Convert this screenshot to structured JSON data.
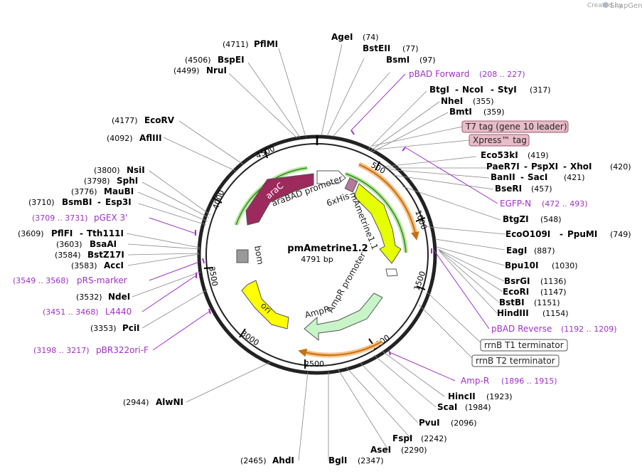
{
  "brand": {
    "created_by": "Created by",
    "product": "SnapGene"
  },
  "plasmid": {
    "name": "pmAmetrine1.2",
    "size": "4791 bp"
  },
  "ticks": [
    "500",
    "1000",
    "1500",
    "2000",
    "2500",
    "3000",
    "3500",
    "4000",
    "4500"
  ],
  "features": [
    {
      "label": "araC",
      "color": "#9c2a5c"
    },
    {
      "label": "araBAD promoter",
      "color": "#ffffff"
    },
    {
      "label": "6xHis",
      "color": "#9c2a5c"
    },
    {
      "label": "mAmetrine1.1",
      "color": "#e6ff00"
    },
    {
      "label": "AmpR promoter",
      "color": "#ffffff"
    },
    {
      "label": "AmpR",
      "color": "#c8f5c8"
    },
    {
      "label": "ori",
      "color": "#ffff00"
    },
    {
      "label": "bom",
      "color": "#999999"
    }
  ],
  "sites": [
    {
      "name": "PflMI",
      "pos": "(4711)"
    },
    {
      "name": "AgeI",
      "pos": "(74)"
    },
    {
      "name": "BstEII",
      "pos": "(77)"
    },
    {
      "name": "BsmI",
      "pos": "(97)"
    },
    {
      "name": "BspEI",
      "pos": "(4506)"
    },
    {
      "name": "NruI",
      "pos": "(4499)"
    },
    {
      "name": "BtgI",
      "name2": "NcoI",
      "name3": "StyI",
      "pos": "(317)"
    },
    {
      "name": "NheI",
      "pos": "(355)"
    },
    {
      "name": "BmtI",
      "pos": "(359)"
    },
    {
      "name": "EcoRV",
      "pos": "(4177)"
    },
    {
      "name": "AflIII",
      "pos": "(4092)"
    },
    {
      "name": "Eco53kI",
      "pos": "(419)"
    },
    {
      "name": "PaeR7I",
      "name2": "PspXI",
      "name3": "XhoI",
      "pos": "(420)"
    },
    {
      "name": "BanII",
      "name2": "SacI",
      "pos": "(421)"
    },
    {
      "name": "BseRI",
      "pos": "(457)"
    },
    {
      "name": "NsiI",
      "pos": "(3800)"
    },
    {
      "name": "SphI",
      "pos": "(3798)"
    },
    {
      "name": "MauBI",
      "pos": "(3776)"
    },
    {
      "name": "BsmBI",
      "name2": "Esp3I",
      "pos": "(3710)"
    },
    {
      "name": "BtgZI",
      "pos": "(548)"
    },
    {
      "name": "EcoO109I",
      "name2": "PpuMI",
      "pos": "(749)"
    },
    {
      "name": "PflFI",
      "name2": "Tth111I",
      "pos": "(3609)"
    },
    {
      "name": "BsaAI",
      "pos": "(3603)"
    },
    {
      "name": "BstZ17I",
      "pos": "(3584)"
    },
    {
      "name": "AccI",
      "pos": "(3583)"
    },
    {
      "name": "EagI",
      "pos": "(887)"
    },
    {
      "name": "Bpu10I",
      "pos": "(1030)"
    },
    {
      "name": "BsrGI",
      "pos": "(1136)"
    },
    {
      "name": "EcoRI",
      "pos": "(1147)"
    },
    {
      "name": "BstBI",
      "pos": "(1151)"
    },
    {
      "name": "HindIII",
      "pos": "(1154)"
    },
    {
      "name": "NdeI",
      "pos": "(3532)"
    },
    {
      "name": "PciI",
      "pos": "(3353)"
    },
    {
      "name": "AlwNI",
      "pos": "(2944)"
    },
    {
      "name": "HincII",
      "pos": "(1923)"
    },
    {
      "name": "ScaI",
      "pos": "(1984)"
    },
    {
      "name": "PvuI",
      "pos": "(2096)"
    },
    {
      "name": "FspI",
      "pos": "(2242)"
    },
    {
      "name": "AseI",
      "pos": "(2290)"
    },
    {
      "name": "AhdI",
      "pos": "(2465)"
    },
    {
      "name": "BglI",
      "pos": "(2347)"
    }
  ],
  "primers": [
    {
      "name": "pBAD Forward",
      "range": "(208 .. 227)"
    },
    {
      "name": "EGFP-N",
      "range": "(472 .. 493)"
    },
    {
      "name": "pGEX 3'",
      "range": "(3709 .. 3731)"
    },
    {
      "name": "pRS-marker",
      "range": "(3549 .. 3568)"
    },
    {
      "name": "L4440",
      "range": "(3451 .. 3468)"
    },
    {
      "name": "pBAD Reverse",
      "range": "(1192 .. 1209)"
    },
    {
      "name": "pBR322ori-F",
      "range": "(3198 .. 3217)"
    },
    {
      "name": "Amp-R",
      "range": "(1896 .. 1915)"
    }
  ],
  "boxed": [
    {
      "label": "T7 tag (gene 10 leader)",
      "style": "pink"
    },
    {
      "label": "Xpress™ tag",
      "style": "pink"
    },
    {
      "label": "rrnB T1 terminator",
      "style": "white"
    },
    {
      "label": "rrnB T2 terminator",
      "style": "white"
    }
  ]
}
